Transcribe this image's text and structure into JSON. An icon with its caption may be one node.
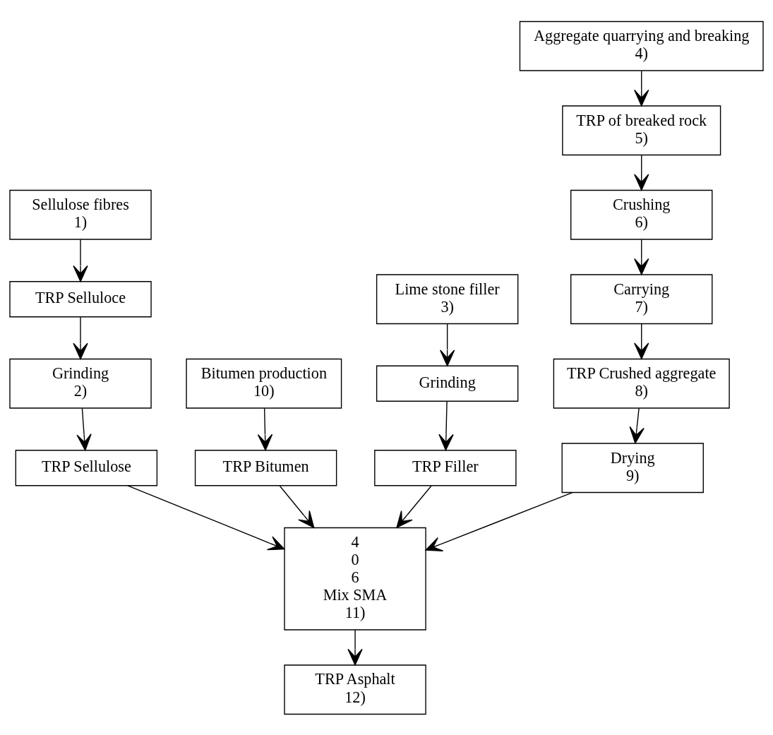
{
  "diagram": {
    "nodes": [
      {
        "text": [
          "Sellulose fibres",
          "1)"
        ]
      },
      {
        "text": [
          "TRP Selluloce"
        ]
      },
      {
        "text": [
          "Lime stone filler",
          "3)"
        ]
      },
      {
        "text": [
          "Aggregate quarrying and breaking",
          "4)"
        ]
      },
      {
        "text": [
          "Grinding",
          "2)"
        ]
      },
      {
        "text": [
          "Bitumen production",
          "10)"
        ]
      },
      {
        "text": [
          "Grinding"
        ]
      },
      {
        "text": [
          "TRP Sellulose"
        ]
      },
      {
        "text": [
          "TRP of breaked rock",
          "5)"
        ]
      },
      {
        "text": [
          "TRP Bitumen"
        ]
      },
      {
        "text": [
          "Crushing",
          "6)"
        ]
      },
      {
        "text": [
          "TRP Filler"
        ]
      },
      {
        "text": [
          "4",
          "0",
          "6",
          "Mix SMA",
          "11)"
        ]
      },
      {
        "text": [
          "Carrying",
          "7)"
        ]
      },
      {
        "text": [
          "Drying",
          "9)"
        ]
      },
      {
        "text": [
          "TRP Crushed aggregate",
          "8)"
        ]
      },
      {
        "text": [
          "TRP Asphalt",
          "12)"
        ]
      }
    ],
    "edges": [
      {
        "from": 0,
        "to": 1,
        "arrow": "to"
      },
      {
        "from": 1,
        "to": 4,
        "arrow": "to"
      },
      {
        "from": 4,
        "to": 7,
        "arrow": "to"
      },
      {
        "from": 7,
        "to": 12,
        "arrow": "to"
      },
      {
        "from": 2,
        "to": 6,
        "arrow": "to"
      },
      {
        "from": 6,
        "to": 11,
        "arrow": "to"
      },
      {
        "from": 11,
        "to": 12,
        "arrow": "to"
      },
      {
        "from": 3,
        "to": 8,
        "arrow": "to"
      },
      {
        "from": 8,
        "to": 10,
        "arrow": "to"
      },
      {
        "from": 10,
        "to": 13,
        "arrow": "to"
      },
      {
        "from": 13,
        "to": 15,
        "arrow": "to"
      },
      {
        "from": 15,
        "to": 14,
        "arrow": "to"
      },
      {
        "from": 14,
        "to": 12,
        "arrow": "to"
      },
      {
        "from": 5,
        "to": 9,
        "arrow": "to"
      },
      {
        "from": 9,
        "to": 12,
        "arrow": "to"
      },
      {
        "from": 12,
        "to": 16,
        "arrow": "to"
      }
    ]
  }
}
